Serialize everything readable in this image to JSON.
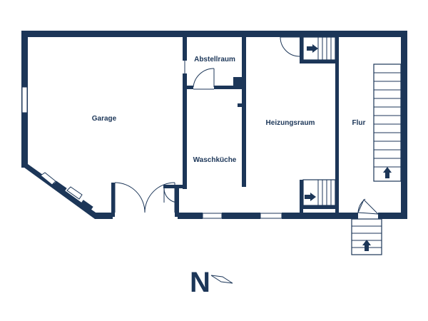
{
  "rooms": {
    "garage": "Garage",
    "abstellraum": "Abstellraum",
    "heizungsraum": "Heizungsraum",
    "flur": "Flur",
    "waschkueche": "Waschküche"
  },
  "compass": {
    "letter": "N"
  },
  "colors": {
    "wall": "#1c3658",
    "background": "#ffffff"
  }
}
